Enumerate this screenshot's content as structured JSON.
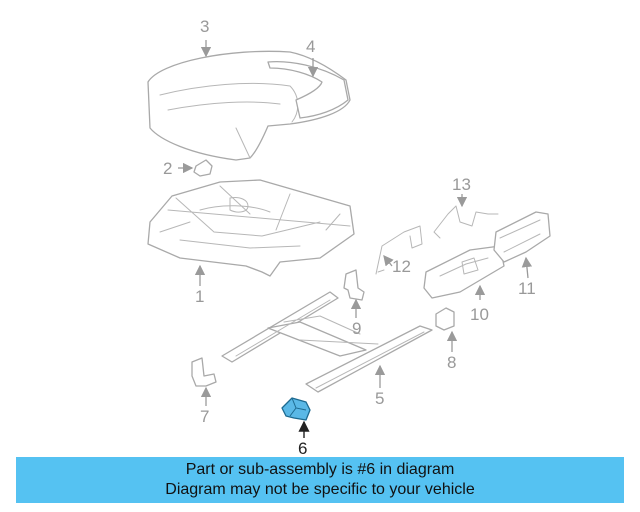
{
  "callouts": {
    "c1": "1",
    "c2": "2",
    "c3": "3",
    "c4": "4",
    "c5": "5",
    "c6": "6",
    "c7": "7",
    "c8": "8",
    "c9": "9",
    "c10": "10",
    "c11": "11",
    "c12": "12",
    "c13": "13"
  },
  "highlight_color": "#5ab8e6",
  "banner": {
    "line1": "Part or sub-assembly is #6 in diagram",
    "line2": "Diagram may not be specific to your vehicle",
    "color": "#55c2f2"
  }
}
